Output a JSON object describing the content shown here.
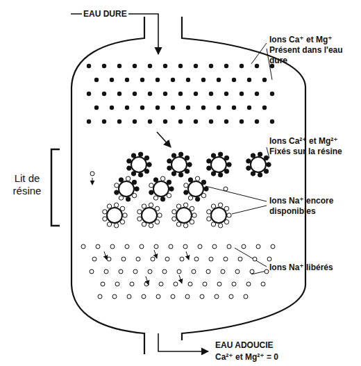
{
  "diagram": {
    "labels": [
      "EAU DURE",
      "Ions Ca⁺ et Mg⁺ Présent dans l'eau dure",
      "Ions Ca²⁺ et Mg²⁺ Fixés sur la résine",
      "Lit de résine",
      "Ions Na⁺ encore disponibles",
      "Ions Na⁺ libérés",
      "EAU ADOUCIE",
      "Ca²⁺ et Mg²⁺ = 0"
    ]
  }
}
